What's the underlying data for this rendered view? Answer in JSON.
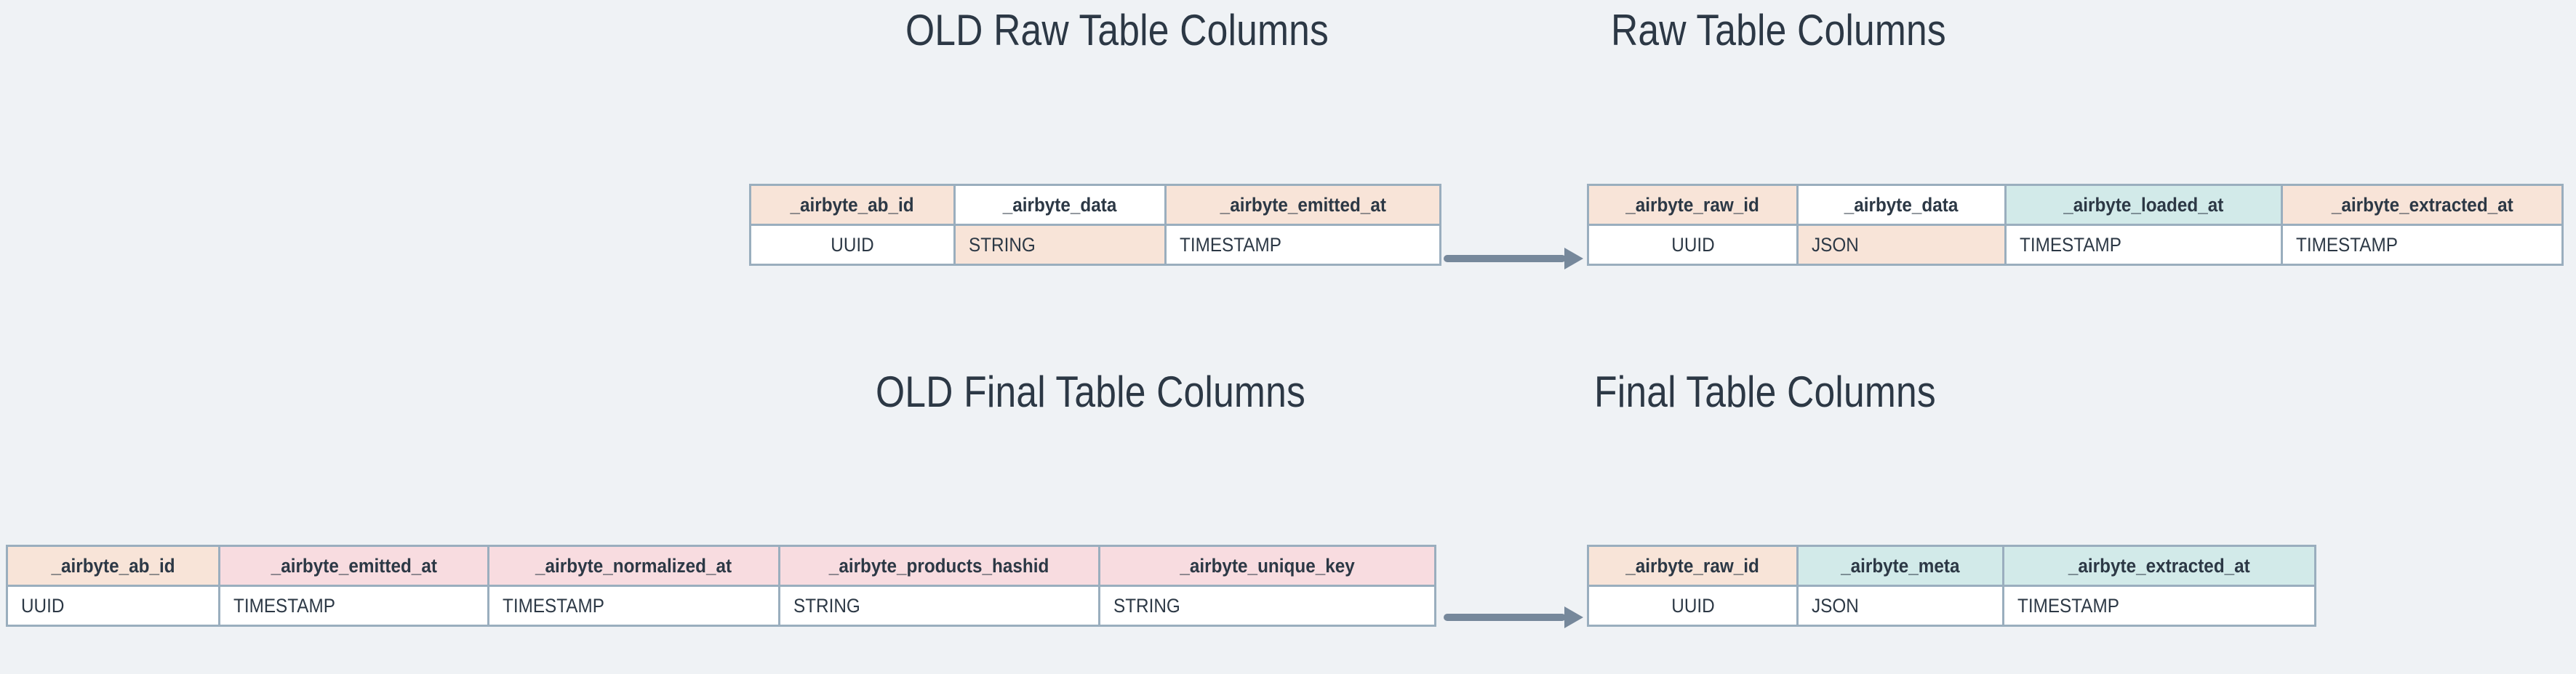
{
  "palette": {
    "background": "#EFF2F5",
    "border": "#9AAEBE",
    "text": "#2C3845",
    "peach": "#F8E4D8",
    "mint": "#D2EAE9",
    "pink": "#F8DCE0",
    "white": "#FFFFFF",
    "arrow": "#76889B"
  },
  "titles": {
    "old_raw": "OLD Raw Table Columns",
    "new_raw": "Raw Table Columns",
    "old_final": "OLD Final Table Columns",
    "new_final": "Final Table Columns"
  },
  "arrows": {
    "raw_row": "arrow-right",
    "final_row": "arrow-right"
  },
  "tables": {
    "old_raw": {
      "title": "OLD Raw Table Columns",
      "columns": [
        {
          "name": "_airbyte_ab_id",
          "header_fill": "peach",
          "type": "UUID",
          "type_fill": "white"
        },
        {
          "name": "_airbyte_data",
          "header_fill": "white",
          "type": "STRING",
          "type_fill": "peach"
        },
        {
          "name": "_airbyte_emitted_at",
          "header_fill": "peach",
          "type": "TIMESTAMP",
          "type_fill": "white"
        }
      ]
    },
    "new_raw": {
      "title": "Raw Table Columns",
      "columns": [
        {
          "name": "_airbyte_raw_id",
          "header_fill": "peach",
          "type": "UUID",
          "type_fill": "white"
        },
        {
          "name": "_airbyte_data",
          "header_fill": "white",
          "type": "JSON",
          "type_fill": "peach"
        },
        {
          "name": "_airbyte_loaded_at",
          "header_fill": "mint",
          "type": "TIMESTAMP",
          "type_fill": "white"
        },
        {
          "name": "_airbyte_extracted_at",
          "header_fill": "peach",
          "type": "TIMESTAMP",
          "type_fill": "white"
        }
      ]
    },
    "old_final": {
      "title": "OLD Final Table Columns",
      "columns": [
        {
          "name": "_airbyte_ab_id",
          "header_fill": "peach",
          "type": "UUID",
          "type_fill": "white"
        },
        {
          "name": "_airbyte_emitted_at",
          "header_fill": "pink",
          "type": "TIMESTAMP",
          "type_fill": "white"
        },
        {
          "name": "_airbyte_normalized_at",
          "header_fill": "pink",
          "type": "TIMESTAMP",
          "type_fill": "white"
        },
        {
          "name": "_airbyte_products_hashid",
          "header_fill": "pink",
          "type": "STRING",
          "type_fill": "white"
        },
        {
          "name": "_airbyte_unique_key",
          "header_fill": "pink",
          "type": "STRING",
          "type_fill": "white"
        }
      ]
    },
    "new_final": {
      "title": "Final Table Columns",
      "columns": [
        {
          "name": "_airbyte_raw_id",
          "header_fill": "peach",
          "type": "UUID",
          "type_fill": "white"
        },
        {
          "name": "_airbyte_meta",
          "header_fill": "mint",
          "type": "JSON",
          "type_fill": "white"
        },
        {
          "name": "_airbyte_extracted_at",
          "header_fill": "mint",
          "type": "TIMESTAMP",
          "type_fill": "white"
        }
      ]
    }
  }
}
